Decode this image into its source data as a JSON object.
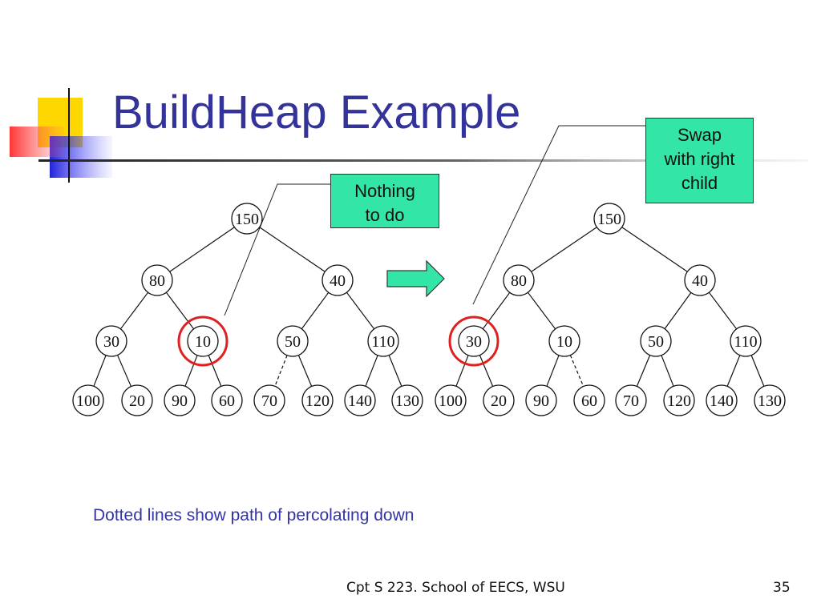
{
  "slide": {
    "title": "BuildHeap Example",
    "footer": "Cpt S 223. School of EECS, WSU",
    "page_number": "35"
  },
  "colors": {
    "title": "#333399",
    "callout_fill": "#33e6a6",
    "highlight_ring": "#e02020",
    "caption": "#3333aa"
  },
  "callouts": {
    "left": {
      "lines": [
        "Nothing",
        "to do"
      ]
    },
    "right": {
      "lines": [
        "Swap",
        "with right",
        "child"
      ]
    }
  },
  "caption": "Dotted lines show path of percolating down",
  "trees": [
    {
      "label": "before",
      "nodes": [
        "150",
        "80",
        "40",
        "30",
        "10",
        "50",
        "110",
        "100",
        "20",
        "90",
        "60",
        "70",
        "120",
        "140",
        "130"
      ],
      "highlighted_index": 4,
      "dashed_edges": [
        [
          5,
          11
        ]
      ]
    },
    {
      "label": "after",
      "nodes": [
        "150",
        "80",
        "40",
        "30",
        "10",
        "50",
        "110",
        "100",
        "20",
        "90",
        "60",
        "70",
        "120",
        "140",
        "130"
      ],
      "highlighted_index": 3,
      "dashed_edges": [
        [
          4,
          10
        ]
      ]
    }
  ],
  "arrow": {
    "direction": "right"
  }
}
